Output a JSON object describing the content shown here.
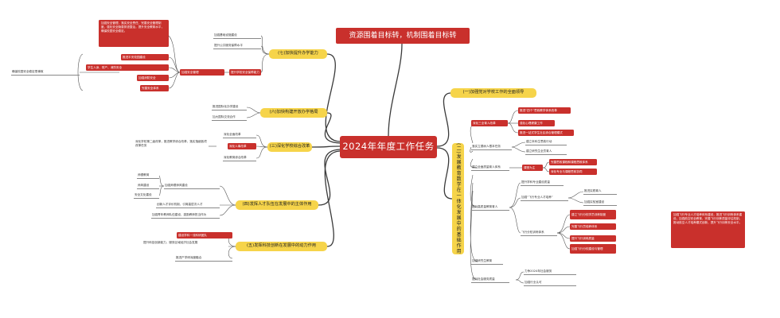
{
  "banner": "资源围着目标转，机制围着目标转",
  "center": "2024年年度工作任务",
  "branches": {
    "b1": "(一)加强党对学校工作的全面领导",
    "b2": "(二)发展教育数学在一体化发展中的基础作用",
    "b3": "(三)深化学校综合改革",
    "b4": "(四)发挥人才队伍在发展中的主体作用",
    "b5": "(五)发挥科技创新在发展中的动力作用",
    "b6": "(六)加快构建开放办学格局",
    "b7": "(七)加快提升办学能力"
  },
  "right_nodes": {
    "r1": "深化三全育人改革",
    "r1a": "推进“四个”思政教学体系改革",
    "r1b": "强化心理健康工作",
    "r1c": "推进一站式学生社区综合管理模式",
    "r2": "落实立德树人根本任务",
    "r2a": "建立本科生思政行动",
    "r2b": "建立研究生全员育人",
    "r3": "建立全面质量育人体系",
    "r3a": "课堂为主",
    "r3a1": "完善思政课程和课程思政体系",
    "r3a2": "深化专业与课程思政协同",
    "r4": "提升高质量教育育人",
    "r4a": "提升学科专业建设质量",
    "r4b": "加强“飞行专业人才培养”",
    "r4b1": "推进实践育人",
    "r4b2": "加强实验室建设",
    "r4c": "飞行分校训练体系",
    "r4c1": "建立飞行分校学员训练制度",
    "r4c2": "完善飞行员培养体系",
    "r4c3": "提升飞行训练质量",
    "r4c4": "加强飞行分校建设与管理",
    "r5": "加强研究生教育",
    "r6": "提升社会服务质量",
    "r6a": "力争2024年社会服务",
    "r6b": "加强行业认可"
  },
  "right_note": "加强飞行专业人才培养体系建设，推进飞行训练体系建设，加强航空安全教育，完善飞行训练质量评估机制，推动航空人才培养模式创新，提升飞行训练安全水平。",
  "left_nodes": {
    "l3a": "深化全面改革",
    "l3b": "深化人事改革",
    "l3c": "深化教育综合改革",
    "l3note": "深化学校第二级改革，推进教学综合改革，落实落细各项改革任务",
    "l4a": "加强师德师风建设",
    "l4a1": "师德教育",
    "l4a2": "师风建设",
    "l4a3": "安全文化建设",
    "l4b": "创新人才评价机制，引育高层次人才",
    "l4c": "加强青年教师队伍建设，激励教师担当作为",
    "l5a": "建设学科一流科研团队",
    "l5b": "提升科技创新能力，服务区域经济社会发展",
    "l5c": "推进产学研深度融合",
    "l6a": "推进国际化办学建设",
    "l6b": "加大国际交流合作",
    "l7a": "加强基础设施建设",
    "l7b": "提升公共服务保障水平",
    "l7c": "提升学校安全保障能力",
    "l7c1": "加强安全管理",
    "l7c1a": "推进平安校园建设",
    "l7c1b": "加强消防安全",
    "l7c1c": "完善安全体系",
    "l7c1d": "保障校园安全",
    "l7note1": "加强安全管理，落实安全责任，完善安全管理制度，强化安全隐患排查整治，提升安全教育水平，确保校园安全稳定。",
    "l7note2": "学生人身、财产、消防安全",
    "l7left": "确保校园安全稳定零事故"
  }
}
